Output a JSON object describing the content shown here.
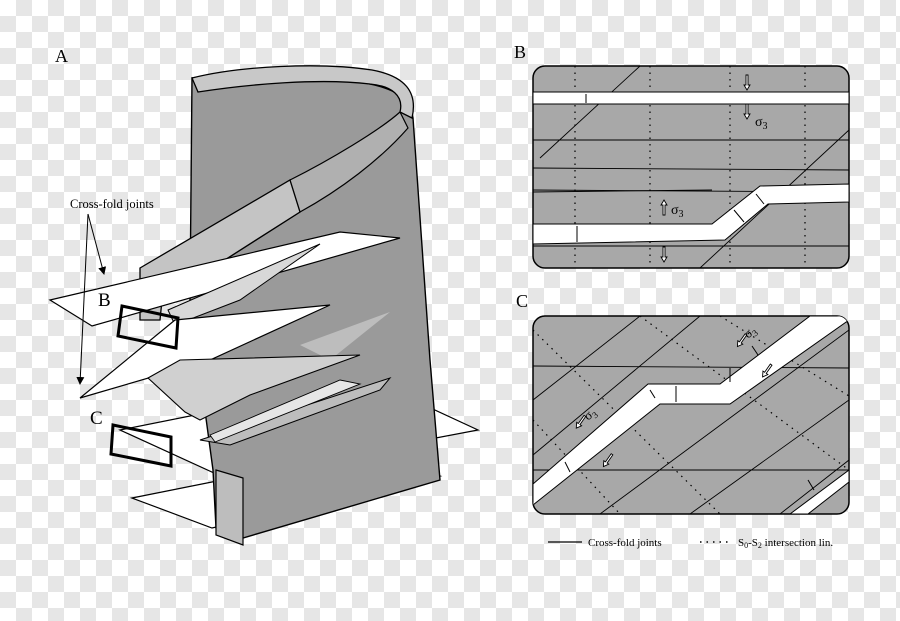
{
  "panels": {
    "a": {
      "letter": "A",
      "joints_label": "Cross-fold joints",
      "box_b": "B",
      "box_c": "C"
    },
    "b": {
      "letter": "B",
      "sigma1": "σ",
      "sigma1_sub": "3",
      "sigma2": "σ",
      "sigma2_sub": "3"
    },
    "c": {
      "letter": "C",
      "sigma1": "σ",
      "sigma1_sub": "3",
      "sigma2": "σ",
      "sigma2_sub": "3"
    }
  },
  "legend": {
    "joints": "Cross-fold joints",
    "intersection_s0": "S",
    "intersection_s0_sub": "0",
    "intersection_dash": "-S",
    "intersection_s2_sub": "2",
    "intersection_rest": " intersection lin."
  },
  "colors": {
    "rock": "#a8a8a8",
    "rock_dark": "#8e8e8e",
    "vein": "#ffffff",
    "plane": "#ffffff",
    "line": "#000000"
  }
}
